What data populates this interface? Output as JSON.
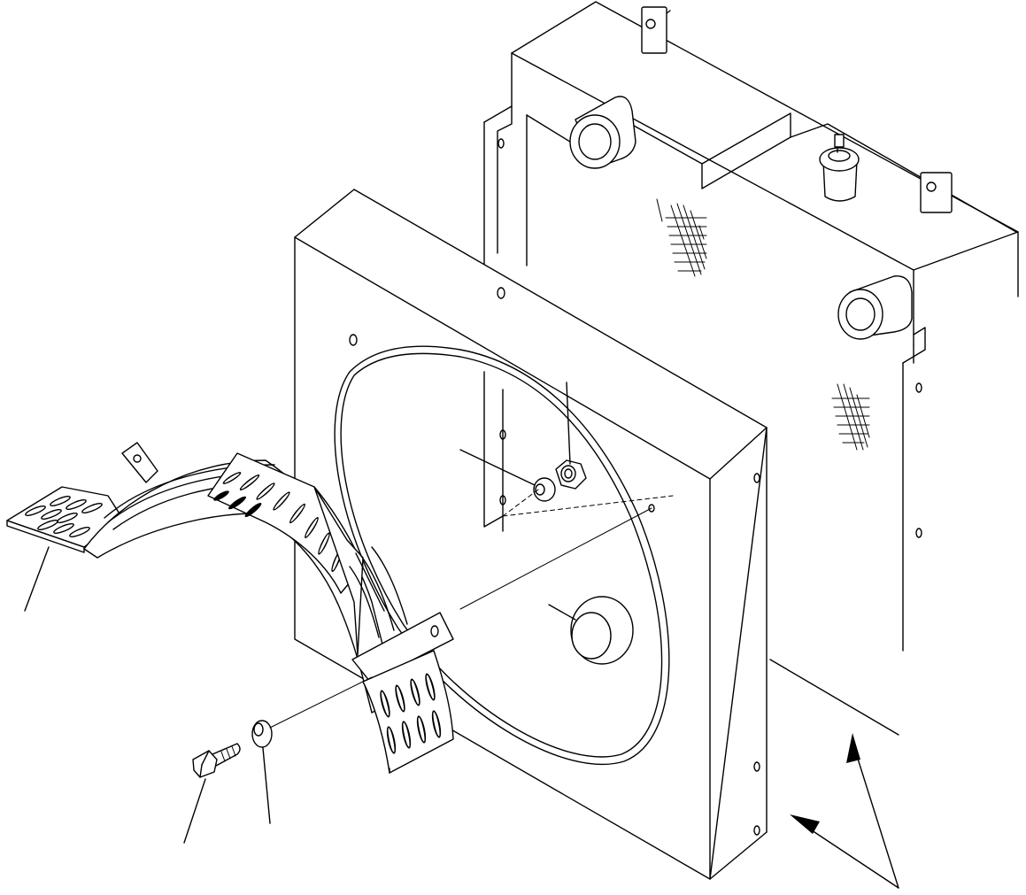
{
  "diagram": {
    "kind": "exploded-parts-view",
    "parts": [
      {
        "name": "radiator-core",
        "label": ""
      },
      {
        "name": "fan-shroud",
        "label": ""
      },
      {
        "name": "fan-guard",
        "label": ""
      },
      {
        "name": "bolt",
        "label": ""
      },
      {
        "name": "washer",
        "label": ""
      },
      {
        "name": "nut",
        "label": ""
      },
      {
        "name": "inner-washer",
        "label": ""
      }
    ],
    "leader_lines_count": 6,
    "direction_arrows_count": 2
  }
}
